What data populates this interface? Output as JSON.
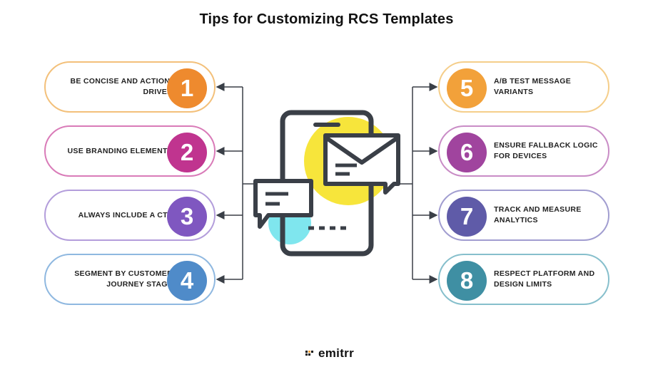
{
  "title": "Tips for Customizing RCS Templates",
  "tips": [
    {
      "number": "1",
      "text": "BE CONCISE AND ACTION-DRIVEN",
      "side": "left",
      "color": "#EE8A2E",
      "border": "#F3C07A"
    },
    {
      "number": "2",
      "text": "USE BRANDING ELEMENTS",
      "side": "left",
      "color": "#C0348F",
      "border": "#D97BB8"
    },
    {
      "number": "3",
      "text": "ALWAYS INCLUDE A CTA",
      "side": "left",
      "color": "#7F57C0",
      "border": "#B39DDB"
    },
    {
      "number": "4",
      "text": "SEGMENT BY CUSTOMER JOURNEY STAGE",
      "side": "left",
      "color": "#4F8BC9",
      "border": "#8FB8E0"
    },
    {
      "number": "5",
      "text": "A/B TEST MESSAGE VARIANTS",
      "side": "right",
      "color": "#F2A13A",
      "border": "#F5CE8A"
    },
    {
      "number": "6",
      "text": "ENSURE FALLBACK LOGIC FOR DEVICES",
      "side": "right",
      "color": "#A0449E",
      "border": "#C98CC6"
    },
    {
      "number": "7",
      "text": "TRACK AND MEASURE ANALYTICS",
      "side": "right",
      "color": "#5F5BA8",
      "border": "#A19DD0"
    },
    {
      "number": "8",
      "text": "RESPECT PLATFORM AND DESIGN LIMITS",
      "side": "right",
      "color": "#3F8FA3",
      "border": "#86BFCC"
    }
  ],
  "logo": {
    "text": "emitrr",
    "icon": "emitrr-dots-icon"
  },
  "illustration": {
    "icon": "phone-chat-bubbles-icon",
    "accent_yellow": "#F7E53B",
    "accent_cyan": "#7FE6EE",
    "stroke": "#3A3F47"
  }
}
